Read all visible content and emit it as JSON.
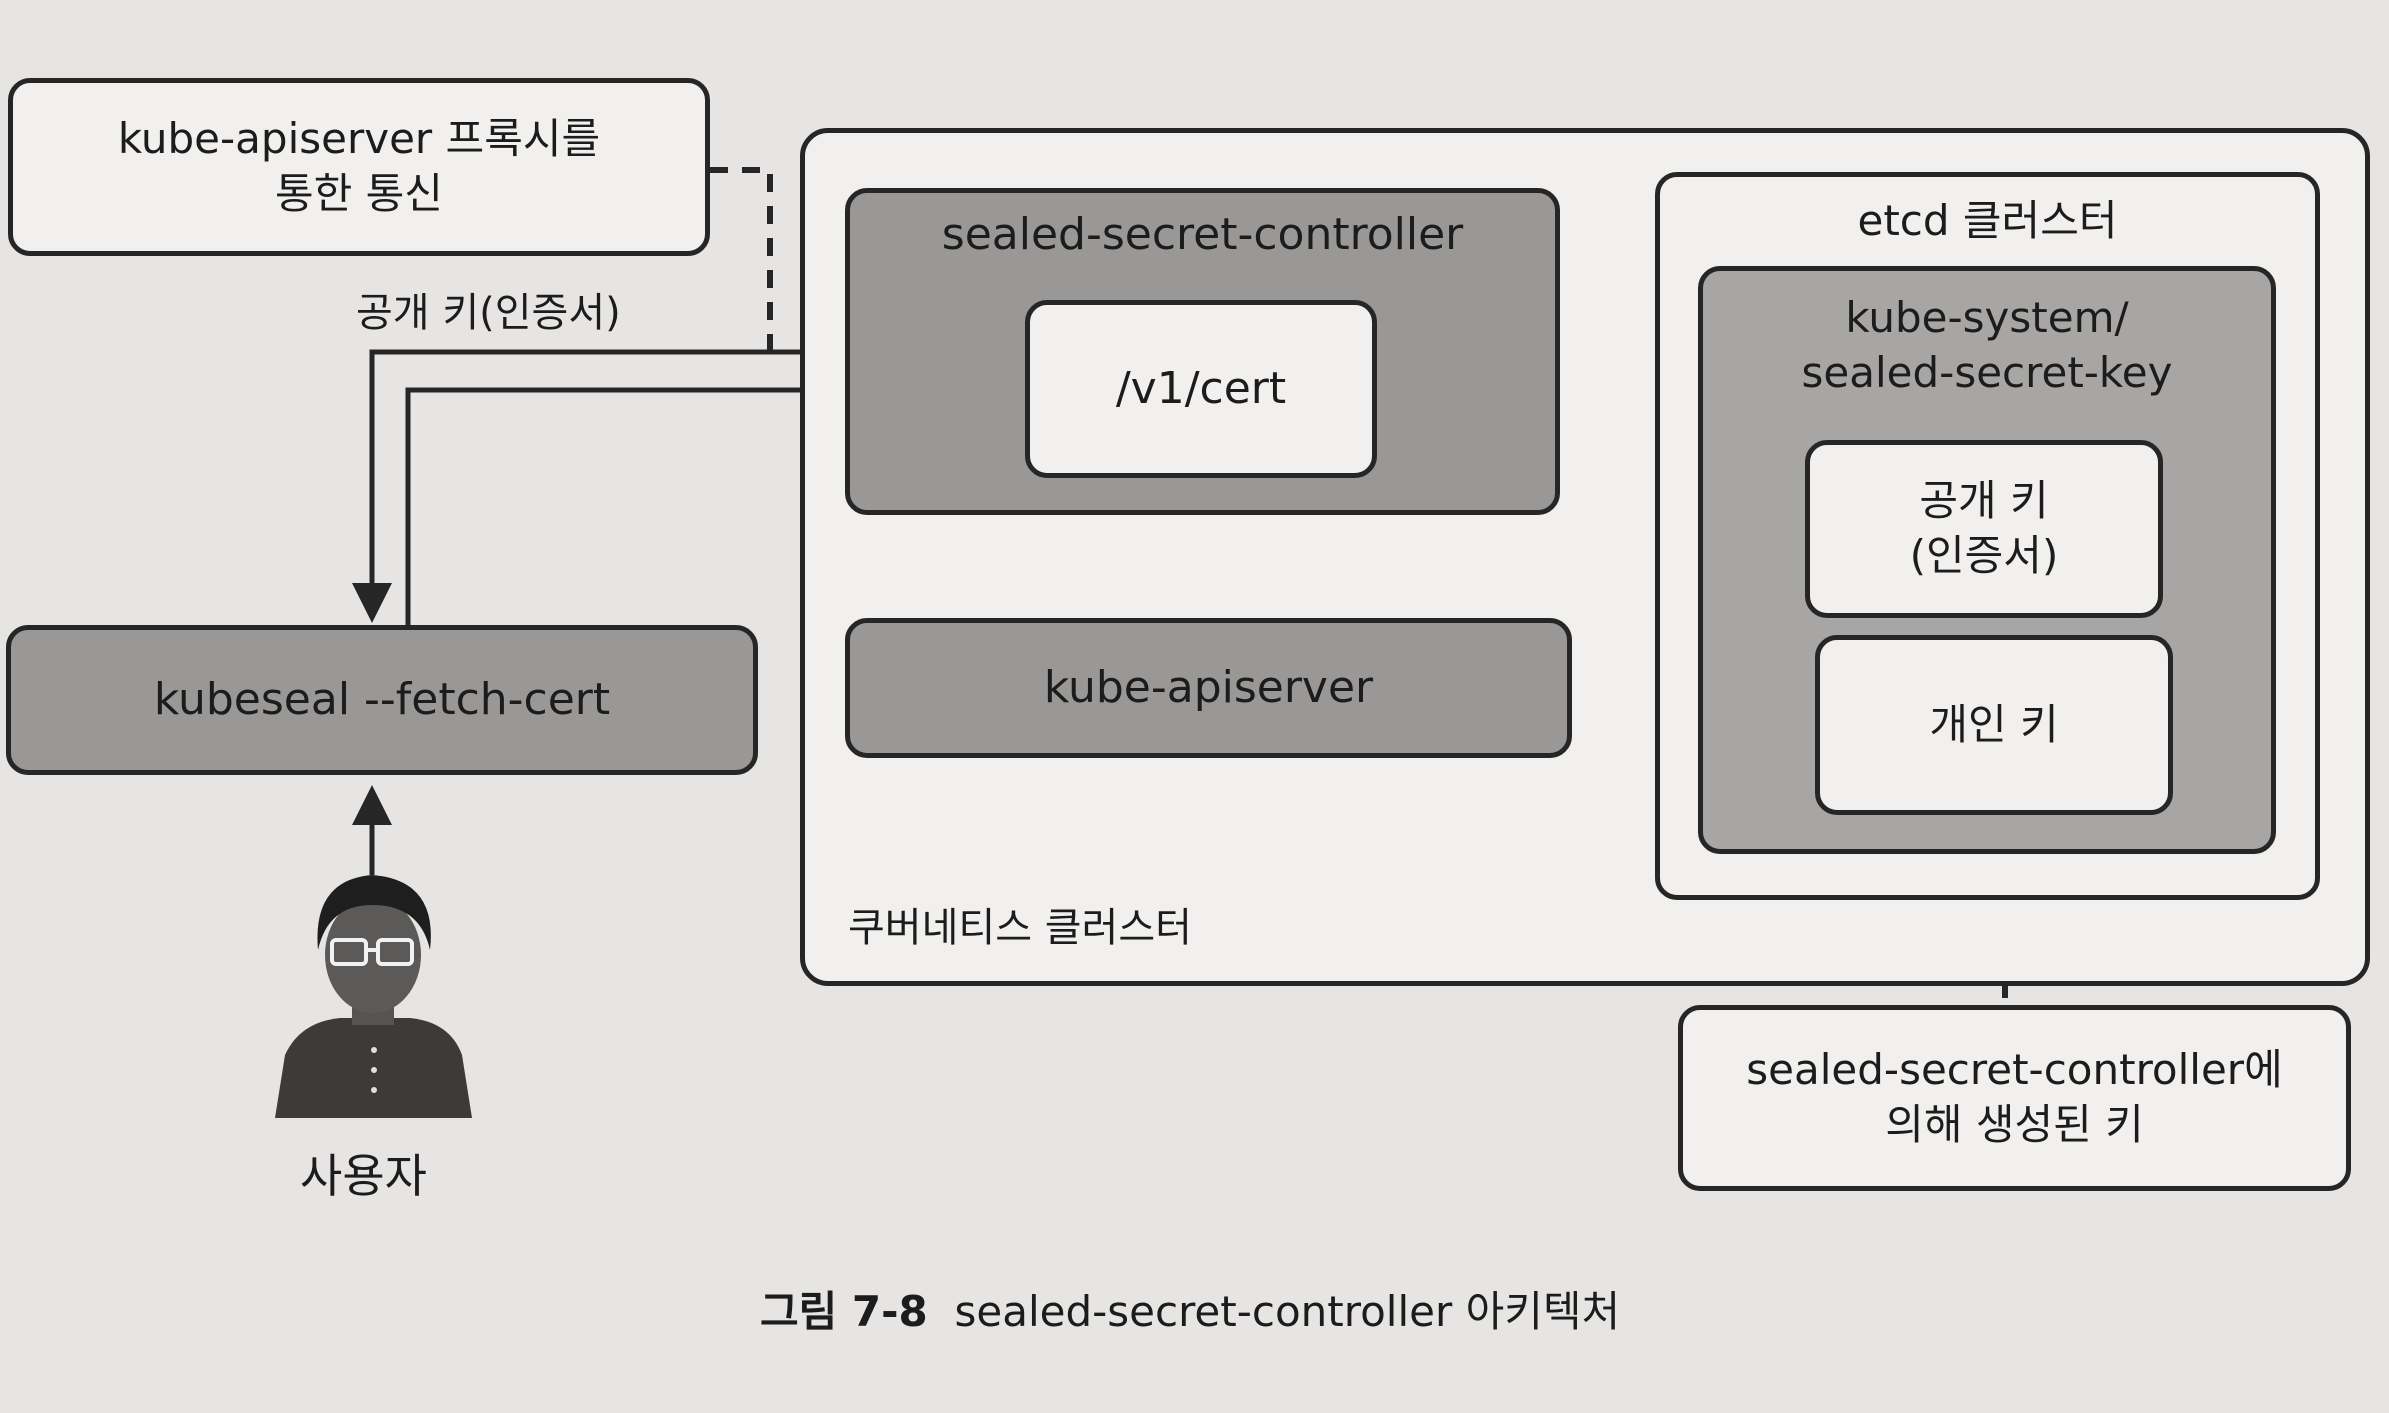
{
  "proxy_note": "kube-apiserver 프록시를\n통한 통신",
  "public_key_cert_label": "공개 키(인증서)",
  "kubernetes_cluster_label": "쿠버네티스 클러스터",
  "controller": {
    "title": "sealed-secret-controller",
    "endpoint": "/v1/cert"
  },
  "apiserver_label": "kube-apiserver",
  "etcd": {
    "title": "etcd 클러스터",
    "secret_name": "kube-system/\nsealed-secret-key",
    "public_key": "공개 키\n(인증서)",
    "private_key": "개인 키"
  },
  "generated_key_note": "sealed-secret-controller에\n의해 생성된 키",
  "kubeseal_command": "kubeseal --fetch-cert",
  "user_label": "사용자",
  "caption": {
    "number": "그림 7-8",
    "text": "sealed-secret-controller 아키텍처"
  },
  "icons": {
    "user": "user-avatar-icon",
    "arrow": "arrowhead-icon"
  },
  "colors": {
    "background": "#e6e5e3",
    "box_light": "#f1f0ee",
    "box_dark": "#9a9896",
    "stroke": "#262626"
  }
}
